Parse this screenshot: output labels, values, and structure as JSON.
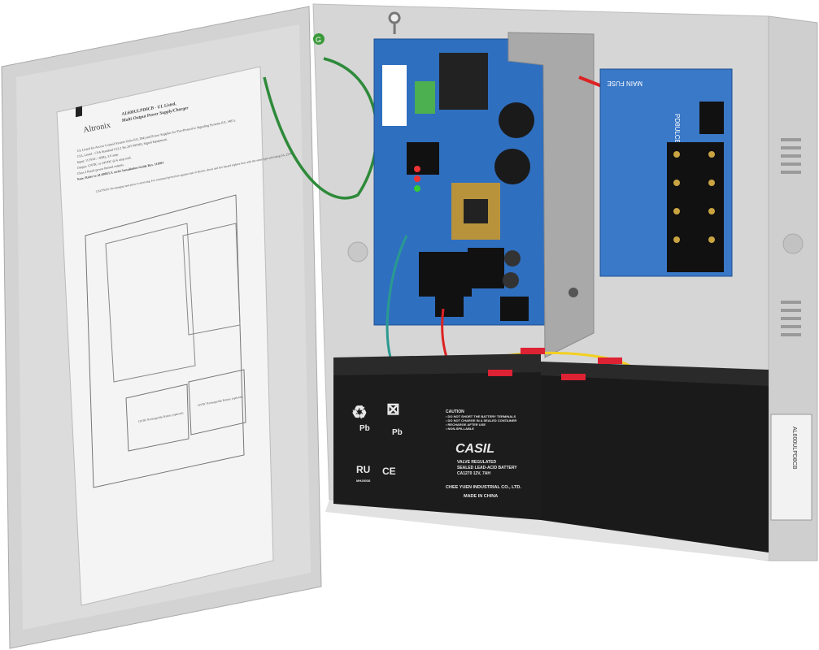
{
  "door_label": {
    "brand": "Altronix",
    "title_line1": "AL600ULPD8CB - UL Listed,",
    "title_line2": "Multi-Output Power Supply/Charger",
    "lines": [
      "UL Listed for Access Control System Units (UL 294) and Power Supplies for Fire-Protective Signaling Systems (UL 1481).",
      "CUL Listed - CSA Standard C22.2 No.205-M1983, Signal Equipment.",
      "Input: 115VAC / 60Hz, 3.0 amp.",
      "Output: 12VDC or 24VDC @ 6 amp total.",
      "Class 2 Rated power limited outputs.",
      "Note: Refer to AL600ULX series Installation Guide Rev. 111003"
    ],
    "caution": "CAUTION: De-energize unit prior to servicing. For continued protection against risk of electric shock and fire hazard replace fuse with the same type and rating 5A, 250V.",
    "battery_left": "12VDC Rechargeable Battery (optional)",
    "battery_right": "12VDC Rechargeable Battery (optional)"
  },
  "board": {
    "sub_board_model": "PD8ULCB",
    "main_fuse": "MAIN FUSE",
    "ground_mark": "G"
  },
  "battery": {
    "recycle_label": "Pb",
    "bin_label": "Pb",
    "caution_title": "CAUTION",
    "caution_items": [
      "• DO NOT SHORT THE BATTERY TERMINALS",
      "• DO NOT CHARGE IN A SEALED CONTAINER",
      "• RECHARGE AFTER USE",
      "• NON-SPILLABLE"
    ],
    "brand": "CASIL",
    "type_line1": "VALVE REGULATED",
    "type_line2": "SEALED LEAD-ACID BATTERY",
    "model": "CA1270     12V,  7AH",
    "cert_code": "MH28038",
    "ce_mark": "CE",
    "maker": "CHEE YUEN INDUSTRIAL CO., LTD.",
    "origin": "MADE IN CHINA"
  },
  "side_label": "AL600ULPD8CB",
  "colors": {
    "enclosure": "#d9d9d9",
    "pcb": "#2f6fc0",
    "battery": "#1c1c1c",
    "ground_wire": "#2e8a3a"
  }
}
